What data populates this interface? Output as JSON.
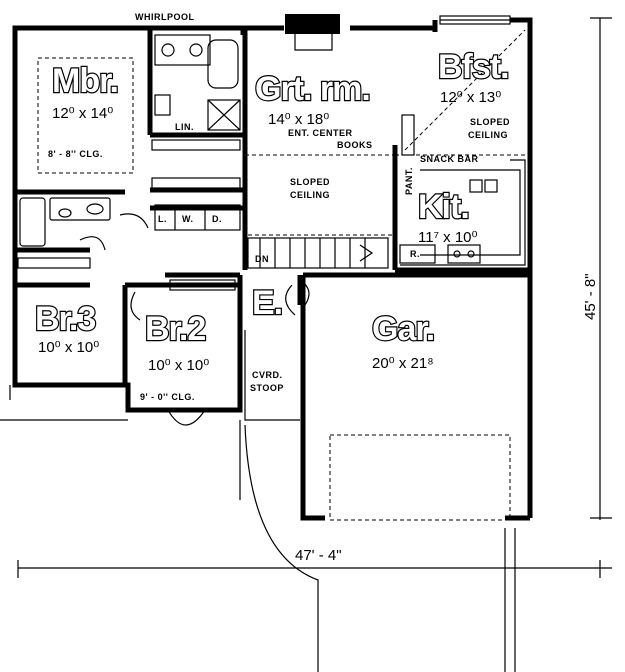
{
  "rooms": {
    "master": {
      "name": "Mbr.",
      "size": "12⁰ x 14⁰",
      "ceiling": "8' - 8'' CLG."
    },
    "great_room": {
      "name": "Grt. rm.",
      "size": "14⁰ x 18⁰"
    },
    "breakfast": {
      "name": "Bfst.",
      "size": "12⁰ x 13⁰"
    },
    "kitchen": {
      "name": "Kit.",
      "size": "11⁷ x 10⁰"
    },
    "bedroom3": {
      "name": "Br.3",
      "size": "10⁰ x 10⁰"
    },
    "bedroom2": {
      "name": "Br.2",
      "size": "10⁰ x 10⁰",
      "ceiling": "9' - 0'' CLG."
    },
    "garage": {
      "name": "Gar.",
      "size": "20⁰ x 21⁸"
    },
    "entry": {
      "name": "E."
    }
  },
  "labels": {
    "whirlpool": "WHIRLPOOL",
    "linen": "LIN.",
    "ent_center": "ENT. CENTER",
    "books": "BOOKS",
    "sloped_ceiling_gr": [
      "SLOPED",
      "CEILING"
    ],
    "sloped_ceiling_bf": [
      "SLOPED",
      "CEILING"
    ],
    "pantry": "PANT.",
    "snack_bar": "SNACK BAR",
    "down": "DN",
    "laundry_l": "L.",
    "washer": "W.",
    "dryer": "D.",
    "range": "R.",
    "stoop": [
      "CVRD.",
      "STOOP"
    ]
  },
  "dimensions": {
    "width": "47' - 4\"",
    "depth": "45' - 8\""
  }
}
